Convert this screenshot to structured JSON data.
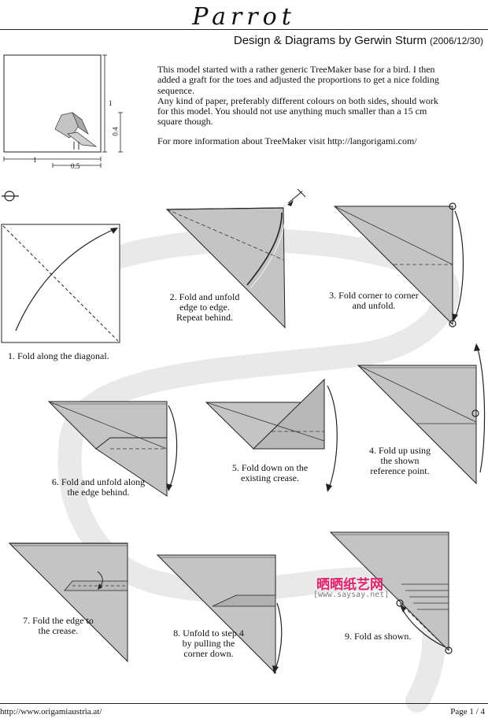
{
  "header": {
    "title": "Parrot",
    "byline": "Design & Diagrams by Gerwin Sturm",
    "date": "(2006/12/30)"
  },
  "intro": {
    "paragraph1": "This model started with a rather generic TreeMaker base for a bird. I then added a graft for the toes and adjusted the proportions to get a nice folding sequence.",
    "paragraph2": "Any kind of paper, preferably different colours on both sides, should work for this model. You should not use anything much smaller than a 15 cm square though.",
    "more_info": "For more information about TreeMaker visit http://langorigami.com/"
  },
  "crease_pattern": {
    "dim_side": "1",
    "dim_height": "0.4",
    "dim_bottom": "1",
    "dim_half": "0.5"
  },
  "steps": [
    {
      "number": 1,
      "text": "1. Fold along the diagonal."
    },
    {
      "number": 2,
      "line1": "2. Fold and unfold",
      "line2": "edge to edge.",
      "line3": "Repeat behind."
    },
    {
      "number": 3,
      "line1": "3. Fold corner to corner",
      "line2": "and unfold."
    },
    {
      "number": 4,
      "line1": "4. Fold up using",
      "line2": "the shown",
      "line3": "reference point."
    },
    {
      "number": 5,
      "line1": "5. Fold down on the",
      "line2": "existing crease."
    },
    {
      "number": 6,
      "line1": "6. Fold and unfold along",
      "line2": "the edge behind."
    },
    {
      "number": 7,
      "line1": "7. Fold the edge to",
      "line2": "the crease."
    },
    {
      "number": 8,
      "line1": "8. Unfold to step 4",
      "line2": "by pulling the",
      "line3": "corner down."
    },
    {
      "number": 9,
      "text": "9. Fold as shown."
    }
  ],
  "watermark": {
    "chinese": "晒晒纸艺网",
    "url": "[www.saysay.net]"
  },
  "footer": {
    "url": "http://www.origamiaustria.at/",
    "page": "Page 1 / 4"
  },
  "colors": {
    "paper_gray": "#c4c4c4",
    "paper_dark": "#a8a8a8",
    "watermark_red": "#e0236e",
    "swoosh": "#e9e9e9"
  }
}
